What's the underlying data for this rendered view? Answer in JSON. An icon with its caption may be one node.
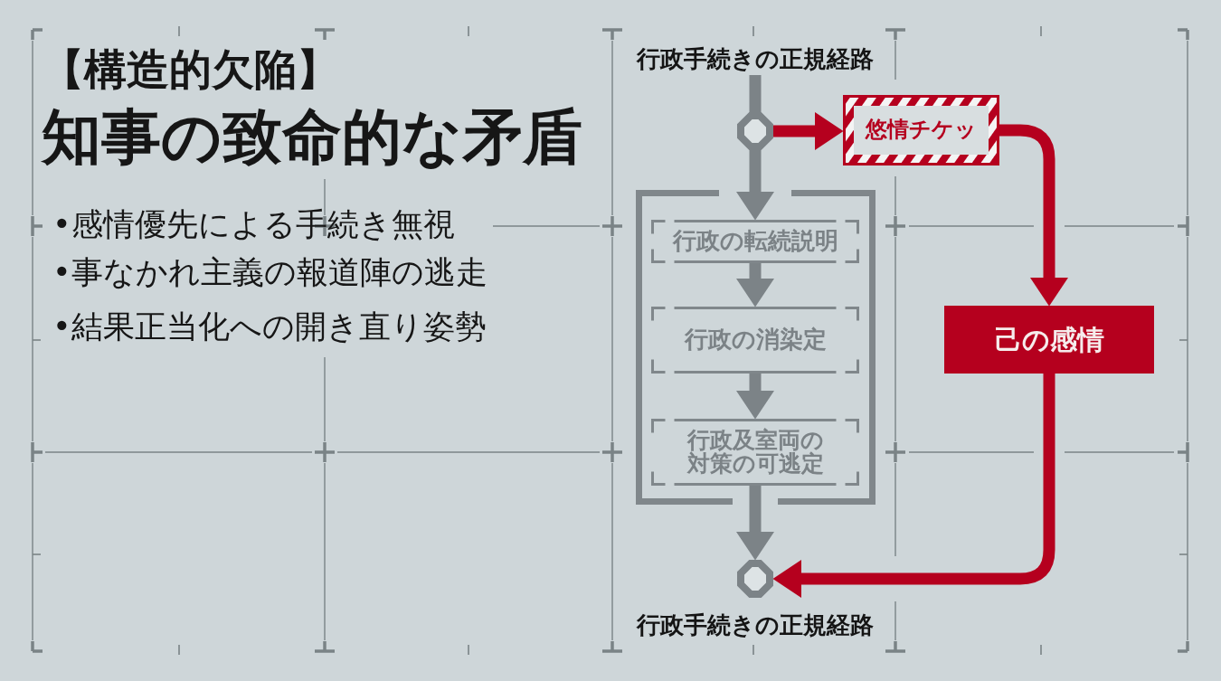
{
  "diagram": {
    "title": "知事の致命的な矛盾",
    "nodes": [
      {
        "text": [
          "行政手続きの正規経路"
        ]
      },
      {
        "text": [],
        "shape": "octagon"
      },
      {
        "text": [
          "悠情チケッ"
        ]
      },
      {
        "text": [],
        "shape": "box"
      },
      {
        "text": [
          "行政の転続説明"
        ],
        "in": 3
      },
      {
        "text": [
          "行政の消染定"
        ],
        "in": 3
      },
      {
        "text": [
          "行政及室両の対策の可逃定"
        ],
        "in": 3
      },
      {
        "text": [
          "己の感情"
        ]
      },
      {
        "text": [],
        "shape": "octagon"
      },
      {
        "text": [
          "行政手続きの正規経路"
        ]
      }
    ],
    "edges": [
      {
        "from": 0,
        "to": 1,
        "arrow": "none"
      },
      {
        "from": 1,
        "to": 4,
        "arrow": "to"
      },
      {
        "from": 4,
        "to": 5,
        "arrow": "to"
      },
      {
        "from": 5,
        "to": 6,
        "arrow": "to"
      },
      {
        "from": 6,
        "to": 8,
        "arrow": "to"
      },
      {
        "from": 1,
        "to": 2,
        "arrow": "to",
        "color": "#b5001e"
      },
      {
        "from": 2,
        "to": 7,
        "arrow": "to",
        "color": "#b5001e"
      },
      {
        "from": 7,
        "to": 8,
        "arrow": "to",
        "color": "#b5001e"
      }
    ],
    "labels": [
      "【構造的欠陥】",
      "•感情優先による手続き無視",
      "•事なかれ主義の報道陣の逃走",
      "•結果正当化への開き直り姿勢"
    ]
  }
}
